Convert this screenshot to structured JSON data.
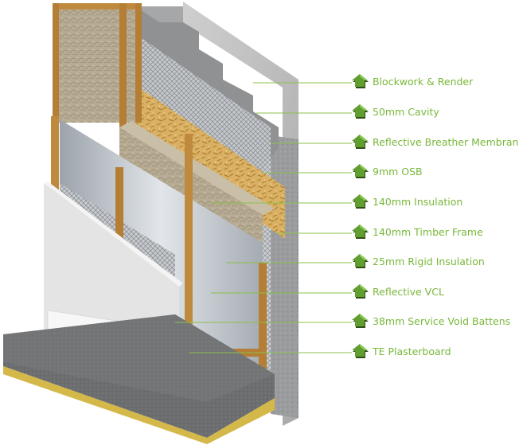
{
  "colors": {
    "label_text": "#79b83a",
    "leader_line": "#8cc04a",
    "arrow_fill": "#5f9e2f",
    "arrow_shadow": "#2f4f17"
  },
  "icons": {
    "label_marker": "green-house-arrow-icon"
  },
  "layers": [
    {
      "label": "Blockwork & Render"
    },
    {
      "label": "50mm Cavity"
    },
    {
      "label": "Reflective Breather Membrane"
    },
    {
      "label": "9mm OSB"
    },
    {
      "label": "140mm Insulation"
    },
    {
      "label": "140mm Timber Frame"
    },
    {
      "label": "25mm Rigid Insulation"
    },
    {
      "label": "Reflective VCL"
    },
    {
      "label": "38mm Service Void Battens"
    },
    {
      "label": "TE Plasterboard"
    }
  ]
}
